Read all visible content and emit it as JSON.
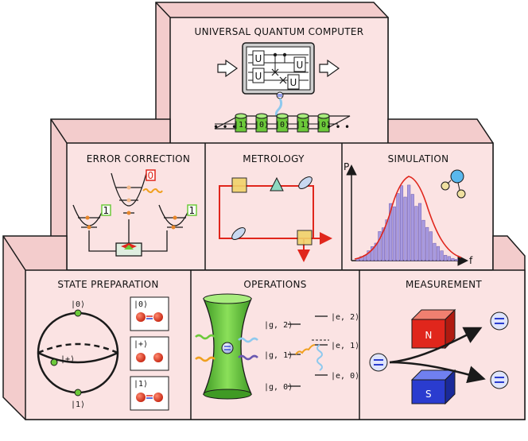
{
  "panels": {
    "universal": "UNIVERSAL QUANTUM COMPUTER",
    "error": "ERROR CORRECTION",
    "metrology": "METROLOGY",
    "simulation": "SIMULATION",
    "state": "STATE PREPARATION",
    "operations": "OPERATIONS",
    "measurement": "MEASUREMENT"
  },
  "gates": {
    "u": "U"
  },
  "register": [
    "|1⟩",
    "|0⟩",
    "|0⟩",
    "|1⟩",
    "|0⟩"
  ],
  "dots": "• • •",
  "ec": {
    "left_flag": "1",
    "right_flag": "1",
    "top_flag": "0"
  },
  "sim": {
    "y_axis": "P",
    "x_axis": "f"
  },
  "state": {
    "north": "|0⟩",
    "east": "|+⟩",
    "south": "|1⟩",
    "boxes": [
      "|0⟩",
      "|+⟩",
      "|1⟩"
    ]
  },
  "ops": {
    "left": [
      "|g, 2⟩",
      "|g, 1⟩",
      "|g, 0⟩"
    ],
    "right": [
      "|e, 2⟩",
      "|e, 1⟩",
      "|e, 0⟩"
    ]
  },
  "magnet": {
    "north": "N",
    "south": "S"
  },
  "colors": {
    "panel": "#fbe3e3",
    "panel_side": "#f3cccc",
    "outline": "#1a1a1a",
    "green_ion": "#6cc93a",
    "red": "#e0261c",
    "blue": "#2a3ccf",
    "purple": "#6a58b0"
  }
}
